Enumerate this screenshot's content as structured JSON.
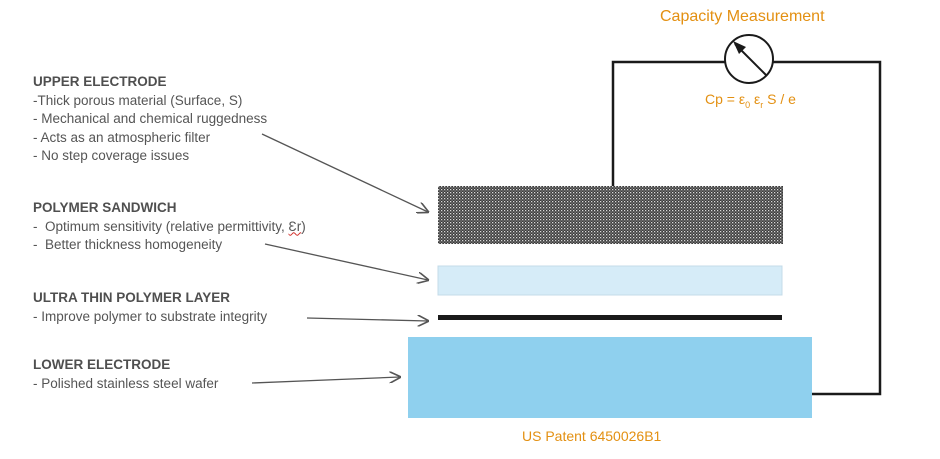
{
  "measurement": {
    "title": "Capacity Measurement",
    "formula_prefix": "Cp = ε",
    "formula_sub0": "0",
    "formula_mid": " ε",
    "formula_subr": "r",
    "formula_suffix": " S / e"
  },
  "upper_electrode": {
    "heading": "UPPER ELECTRODE",
    "lines": [
      "-Thick porous material (Surface, S)",
      "- Mechanical and chemical ruggedness",
      "- Acts as an atmospheric filter",
      "- No step coverage issues"
    ]
  },
  "polymer_sandwich": {
    "heading": "POLYMER SANDWICH",
    "line1_prefix": "-  Optimum sensitivity (relative permittivity, ",
    "line1_symbol": "Ɛr",
    "line1_suffix": ")",
    "line2": "-  Better thickness homogeneity"
  },
  "ultra_thin_layer": {
    "heading": "ULTRA THIN POLYMER LAYER",
    "lines": [
      "- Improve polymer to substrate integrity"
    ]
  },
  "lower_electrode": {
    "heading": "LOWER ELECTRODE",
    "lines": [
      "- Polished stainless steel wafer"
    ]
  },
  "footer": {
    "patent": "US Patent 6450026B1"
  },
  "colors": {
    "accent_orange": "#e39012",
    "upper_electrode": "#3a3a3a",
    "polymer_sandwich": "#d6ecf8",
    "ultra_thin_layer": "#1a1a1a",
    "lower_electrode": "#8fd0ee",
    "wire": "#1a1a1a",
    "arrow": "#555555"
  },
  "icons": {
    "meter": "capacity-meter-icon"
  }
}
